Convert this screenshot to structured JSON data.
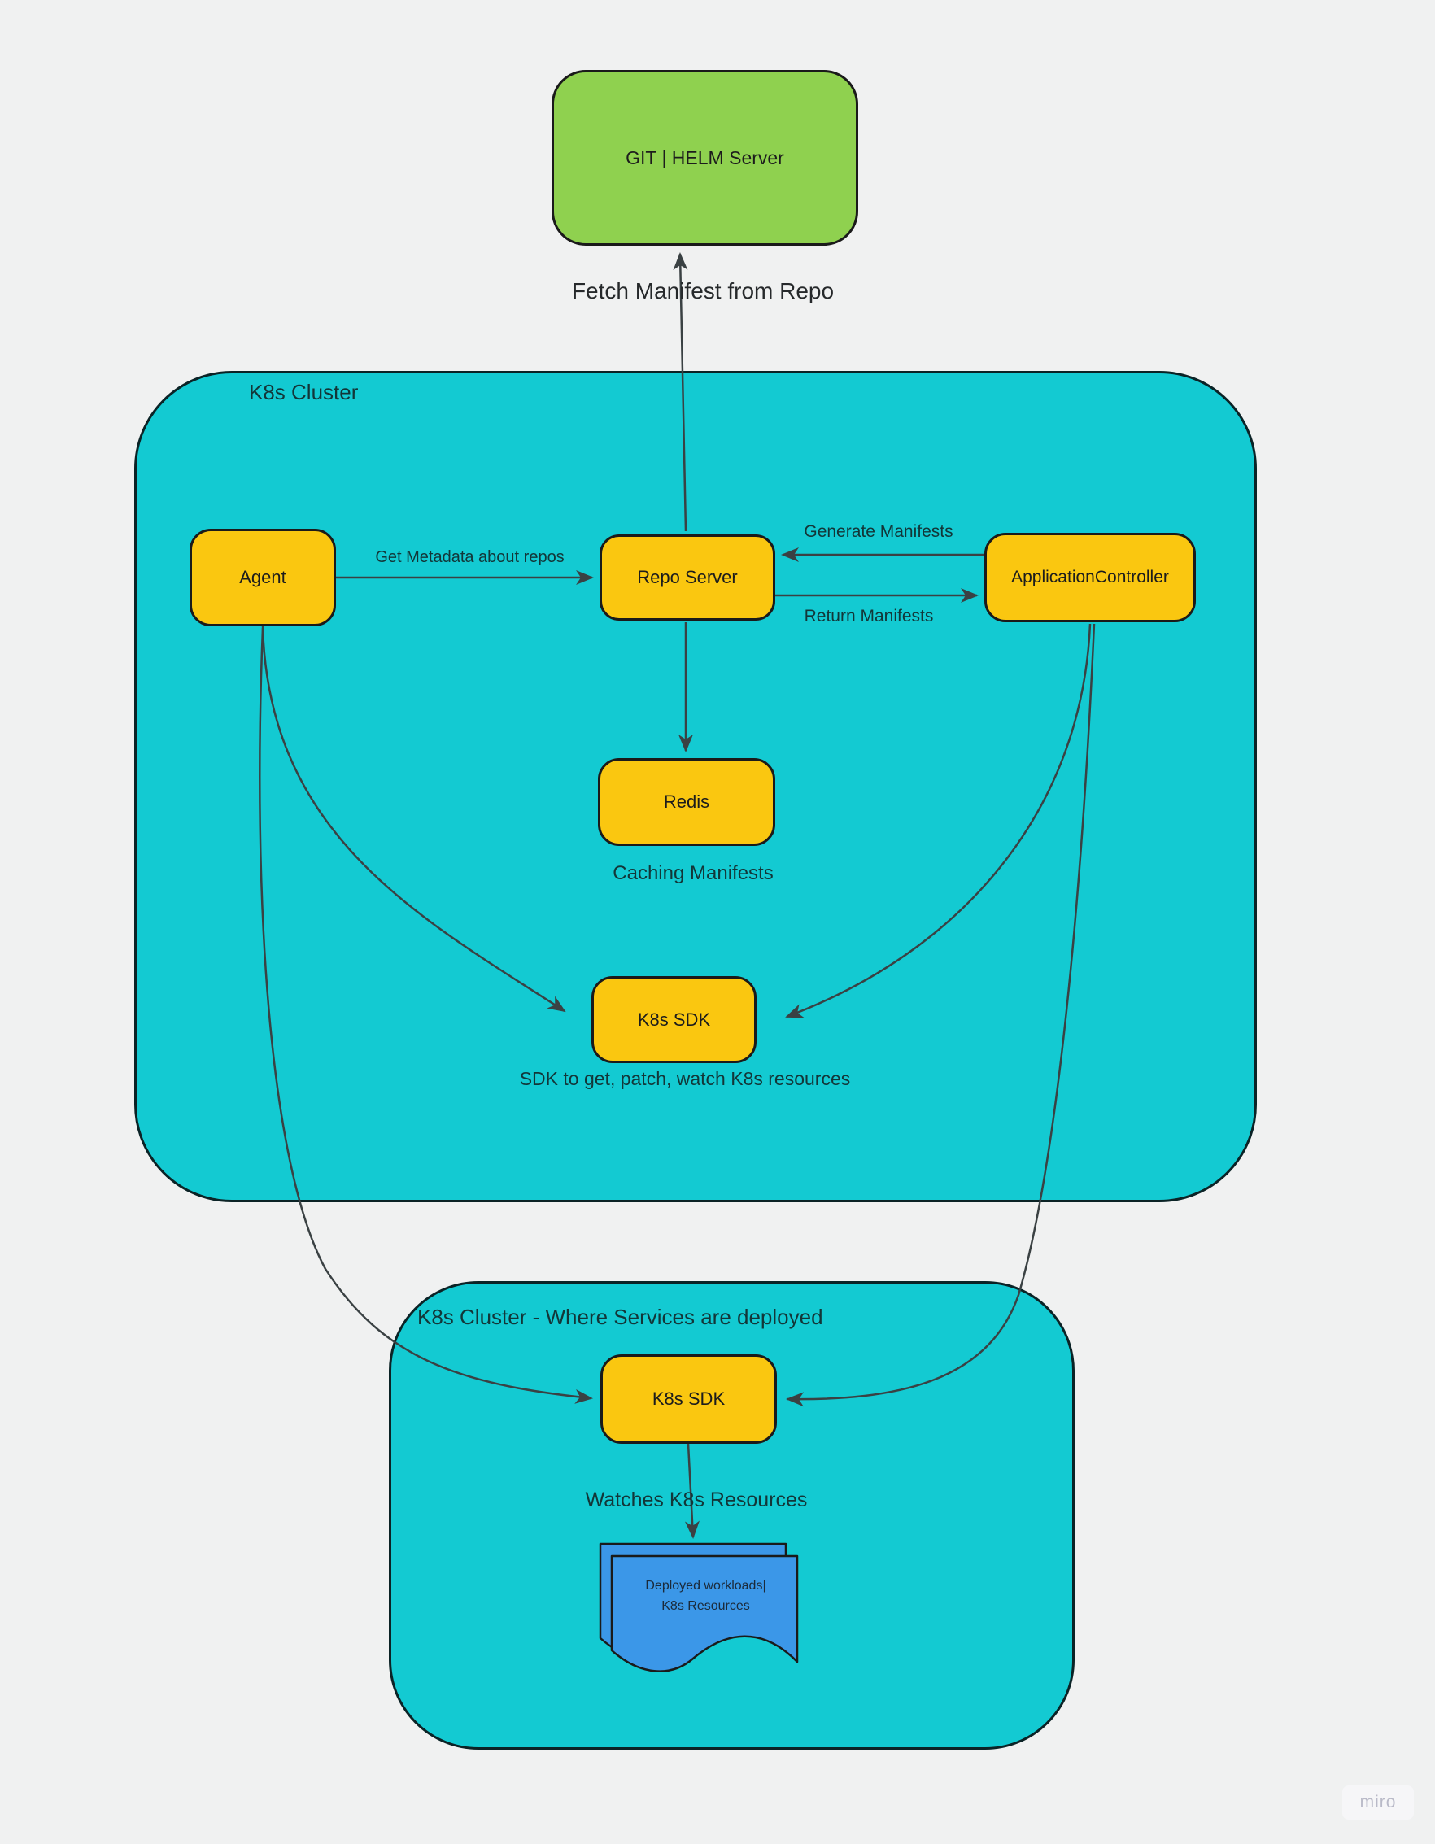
{
  "page": {
    "background": "#f0f1f1",
    "watermark": "miro"
  },
  "colors": {
    "page_bg": "#f0f1f1",
    "cluster_fill": "#13cad2",
    "cluster_border": "#0b2326",
    "node_fill": "#fac710",
    "node_border": "#1a1a1a",
    "green_fill": "#8fd14f",
    "blue_fill": "#3b97e8",
    "line_color": "#3a4143",
    "text_dark": "#26292b",
    "text_on_teal": "#133638"
  },
  "clusters": {
    "main": {
      "label": "K8s Cluster"
    },
    "deploy": {
      "label": "K8s Cluster - Where Services are deployed"
    }
  },
  "nodes": {
    "git_helm": {
      "label": "GIT | HELM Server"
    },
    "agent": {
      "label": "Agent"
    },
    "repo_server": {
      "label": "Repo Server"
    },
    "application_controller": {
      "label": "ApplicationController"
    },
    "redis": {
      "label": "Redis"
    },
    "k8s_sdk_main": {
      "label": "K8s SDK"
    },
    "k8s_sdk_deploy": {
      "label": "K8s SDK"
    },
    "workloads_doc": {
      "line1": "Deployed workloads|",
      "line2": "K8s Resources"
    }
  },
  "edge_labels": {
    "fetch_manifest": "Fetch Manifest from Repo",
    "get_metadata": "Get Metadata about repos",
    "generate_manifests": "Generate Manifests",
    "return_manifests": "Return Manifests",
    "caching_manifests": "Caching Manifests",
    "sdk_desc": "SDK to get, patch, watch K8s resources",
    "watches": "Watches K8s Resources"
  }
}
